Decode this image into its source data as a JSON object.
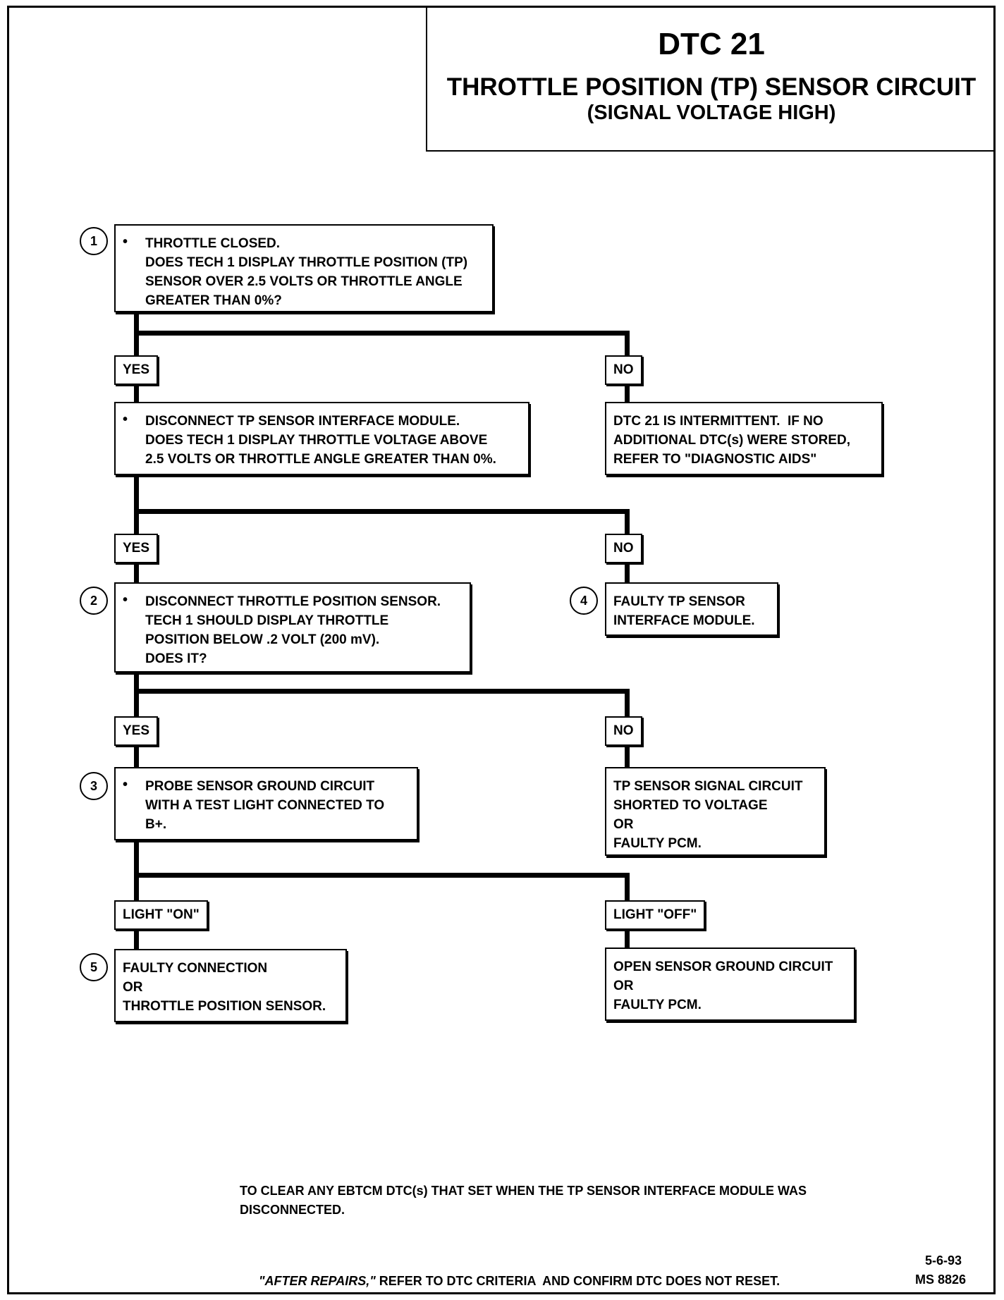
{
  "title": {
    "main": "DTC 21",
    "sub": "THROTTLE POSITION (TP) SENSOR CIRCUIT",
    "sub2": "(SIGNAL VOLTAGE HIGH)"
  },
  "steps": {
    "s1": {
      "number": "1",
      "bullet": "•",
      "text": "THROTTLE CLOSED.\nDOES TECH 1 DISPLAY THROTTLE POSITION (TP)\nSENSOR OVER 2.5 VOLTS OR THROTTLE ANGLE\nGREATER THAN 0%?"
    },
    "s1b": {
      "bullet": "•",
      "text": "DISCONNECT TP SENSOR INTERFACE MODULE.\nDOES TECH 1 DISPLAY THROTTLE VOLTAGE ABOVE\n2.5 VOLTS OR THROTTLE ANGLE GREATER THAN 0%."
    },
    "s1b_no": {
      "text": "DTC 21 IS INTERMITTENT.  IF NO\nADDITIONAL DTC(s) WERE STORED,\nREFER TO \"DIAGNOSTIC AIDS\""
    },
    "s2": {
      "number": "2",
      "bullet": "•",
      "text": "DISCONNECT THROTTLE POSITION SENSOR.\nTECH 1 SHOULD DISPLAY THROTTLE\nPOSITION BELOW .2 VOLT (200 mV).\nDOES IT?"
    },
    "s4": {
      "number": "4",
      "text": "FAULTY TP SENSOR\nINTERFACE MODULE."
    },
    "s3": {
      "number": "3",
      "bullet": "•",
      "text": "PROBE SENSOR GROUND CIRCUIT\nWITH A TEST LIGHT CONNECTED TO\nB+."
    },
    "s3_no": {
      "text": "TP SENSOR SIGNAL CIRCUIT\nSHORTED TO VOLTAGE\nOR\nFAULTY PCM."
    },
    "s5": {
      "number": "5",
      "text": "FAULTY CONNECTION\nOR\nTHROTTLE POSITION SENSOR."
    },
    "s_off": {
      "text": "OPEN SENSOR GROUND CIRCUIT\nOR\nFAULTY PCM."
    }
  },
  "labels": {
    "yes": "YES",
    "no": "NO",
    "light_on": "LIGHT \"ON\"",
    "light_off": "LIGHT \"OFF\""
  },
  "footer": {
    "clear_note": "TO CLEAR ANY EBTCM DTC(s) THAT SET WHEN THE TP SENSOR INTERFACE MODULE WAS\nDISCONNECTED.",
    "after_repairs_italic": "\"AFTER REPAIRS,\"",
    "after_repairs_rest": " REFER TO DTC CRITERIA  AND CONFIRM DTC DOES NOT RESET.",
    "date": "5-6-93",
    "code": "MS 8826"
  }
}
